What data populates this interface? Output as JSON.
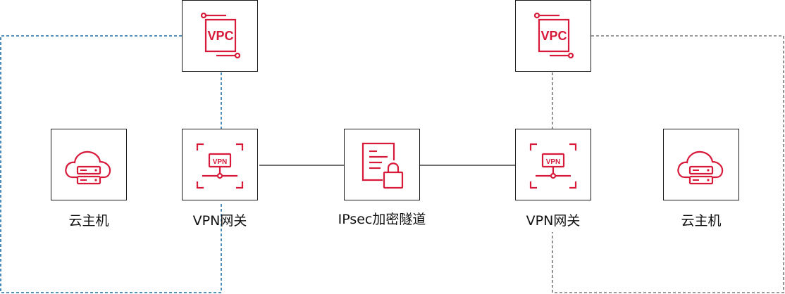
{
  "diagram": {
    "nodes": {
      "vpc_left": {
        "icon": "vpc-icon",
        "text": "VPC"
      },
      "vpc_right": {
        "icon": "vpc-icon",
        "text": "VPC"
      },
      "host_left": {
        "icon": "cloud-server-icon",
        "label": "云主机"
      },
      "host_right": {
        "icon": "cloud-server-icon",
        "label": "云主机"
      },
      "gw_left": {
        "icon": "vpn-gateway-icon",
        "text": "VPN",
        "label": "VPN网关"
      },
      "gw_right": {
        "icon": "vpn-gateway-icon",
        "text": "VPN",
        "label": "VPN网关"
      },
      "ipsec": {
        "icon": "document-lock-icon",
        "label": "IPsec加密隧道"
      }
    },
    "colors": {
      "icon_red": "#d7193a",
      "left_region_border": "#1f6fa8",
      "right_region_border": "#7a7a7a",
      "line": "#1a1a1a"
    }
  }
}
